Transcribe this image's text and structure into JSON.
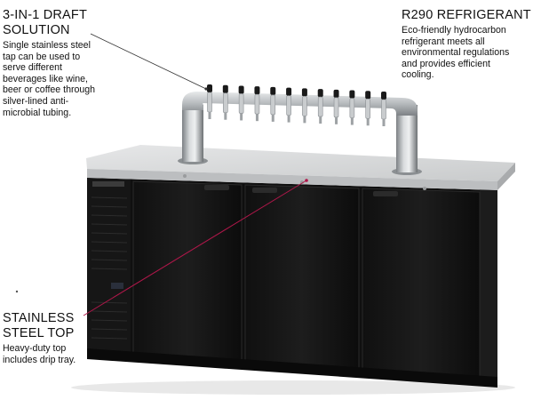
{
  "callouts": {
    "draft": {
      "title_line1": "3-IN-1 DRAFT",
      "title_line2": "SOLUTION",
      "body_lines": [
        "Single stainless steel",
        "tap can be used to",
        "serve different",
        "beverages like wine,",
        "beer or coffee through",
        "silver-lined anti-",
        "microbial tubing."
      ]
    },
    "refrigerant": {
      "title": "R290 REFRIGERANT",
      "body_lines": [
        "Eco-friendly hydrocarbon",
        "refrigerant  meets all",
        "environmental regulations",
        "and provides efficient",
        "cooling."
      ]
    },
    "steel_top": {
      "title_line1": "STAINLESS",
      "title_line2": "STEEL TOP",
      "body_lines": [
        "Heavy-duty top",
        "includes drip tray."
      ]
    }
  },
  "product": {
    "tap_count": 12,
    "door_count": 3,
    "cabinet_color": "#141414",
    "top_color": "#d9dadb",
    "tower_color": "#a9adb0",
    "pointer_color": "#b0174a"
  }
}
